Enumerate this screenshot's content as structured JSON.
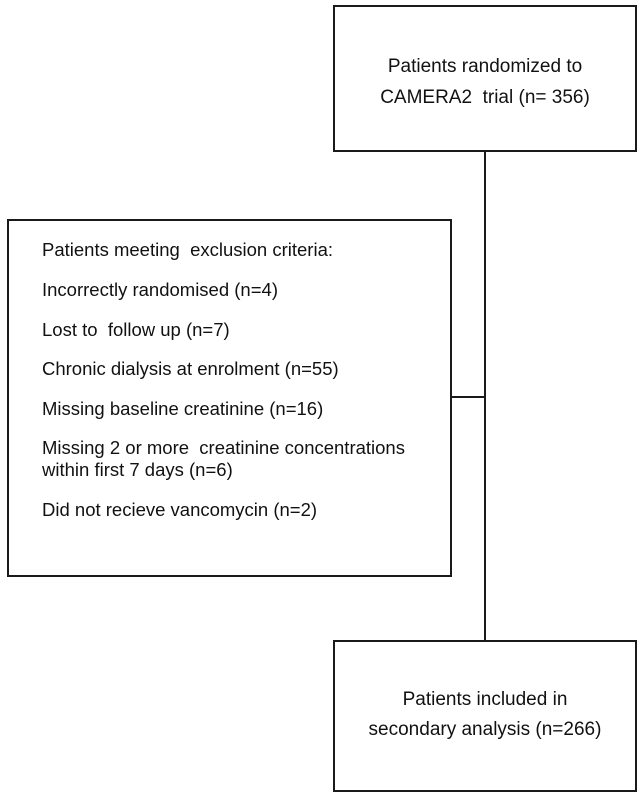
{
  "flowchart": {
    "top_box": {
      "line1": "Patients randomized to",
      "line2": "CAMERA2  trial (n= 356)"
    },
    "exclusion_box": {
      "title": "Patients meeting  exclusion criteria:",
      "items": [
        "Incorrectly randomised (n=4)",
        "Lost to  follow up (n=7)",
        "Chronic dialysis at enrolment (n=55)",
        "Missing baseline creatinine (n=16)",
        "Missing 2 or more  creatinine concentrations within first 7 days (n=6)",
        "Did not recieve vancomycin (n=2)"
      ]
    },
    "bottom_box": {
      "line1": "Patients included in",
      "line2": "secondary analysis (n=266)"
    }
  }
}
